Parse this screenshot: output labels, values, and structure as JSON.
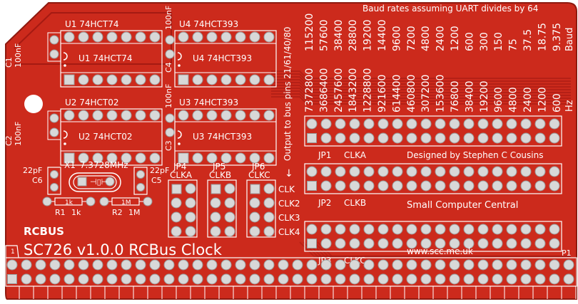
{
  "board": {
    "name": "SC726 v1.0.0 RCBus Clock",
    "logo": "RCBUS",
    "designer": "Designed by Stephen C Cousins",
    "company": "Small Computer Central",
    "website": "www.scc.me.uk",
    "output_note": "Output to bus pins 21/61/40/80",
    "output_arrow": "↓",
    "colors": {
      "board": "#cc2a1c",
      "board_dark": "#a51a12",
      "silkscreen": "#ffffff",
      "pad": "#d8d8d8"
    }
  },
  "ics": [
    {
      "ref": "U1",
      "part": "74HCT74",
      "cap_ref": "C1",
      "cap_val": "100nF"
    },
    {
      "ref": "U2",
      "part": "74HCT02",
      "cap_ref": "C2",
      "cap_val": "100nF"
    },
    {
      "ref": "U4",
      "part": "74HCT393",
      "cap_ref": "C4",
      "cap_val": "100nF"
    },
    {
      "ref": "U3",
      "part": "74HCT393",
      "cap_ref": "C3",
      "cap_val": "100nF"
    }
  ],
  "crystal": {
    "ref": "X1",
    "value": "7.3728MHz"
  },
  "caps": [
    {
      "ref": "C6",
      "value": "22pF"
    },
    {
      "ref": "C5",
      "value": "22pF"
    }
  ],
  "resistors": [
    {
      "ref": "R1",
      "value": "1k",
      "body": "1k"
    },
    {
      "ref": "R2",
      "value": "1M",
      "body": "1M"
    }
  ],
  "small_jumpers": [
    {
      "ref": "JP4",
      "label": "CLKA"
    },
    {
      "ref": "JP5",
      "label": "CLKB"
    },
    {
      "ref": "JP6",
      "label": "CLKC"
    }
  ],
  "clk_labels": [
    "CLK",
    "CLK2",
    "CLK3",
    "CLK4"
  ],
  "big_jumpers": [
    {
      "ref": "JP1",
      "label": "CLKA"
    },
    {
      "ref": "JP2",
      "label": "CLKB"
    },
    {
      "ref": "JP3",
      "label": "CLKC"
    }
  ],
  "baud_header": "Baud rates assuming UART divides by 64",
  "baud_rates": [
    "115200",
    "57600",
    "38400",
    "28800",
    "19200",
    "14400",
    "9600",
    "7200",
    "4800",
    "2400",
    "1200",
    "600",
    "300",
    "150",
    "75",
    "37.5",
    "18.75",
    "9.375"
  ],
  "baud_unit": "Baud",
  "frequencies": [
    "7372800",
    "3686400",
    "2457600",
    "1843200",
    "1228800",
    "921600",
    "614400",
    "460800",
    "307200",
    "153600",
    "76800",
    "38400",
    "19200",
    "9600",
    "4800",
    "2400",
    "1200",
    "600"
  ],
  "freq_unit": "Hz",
  "connector": {
    "ref": "P1",
    "pin1": "1"
  }
}
